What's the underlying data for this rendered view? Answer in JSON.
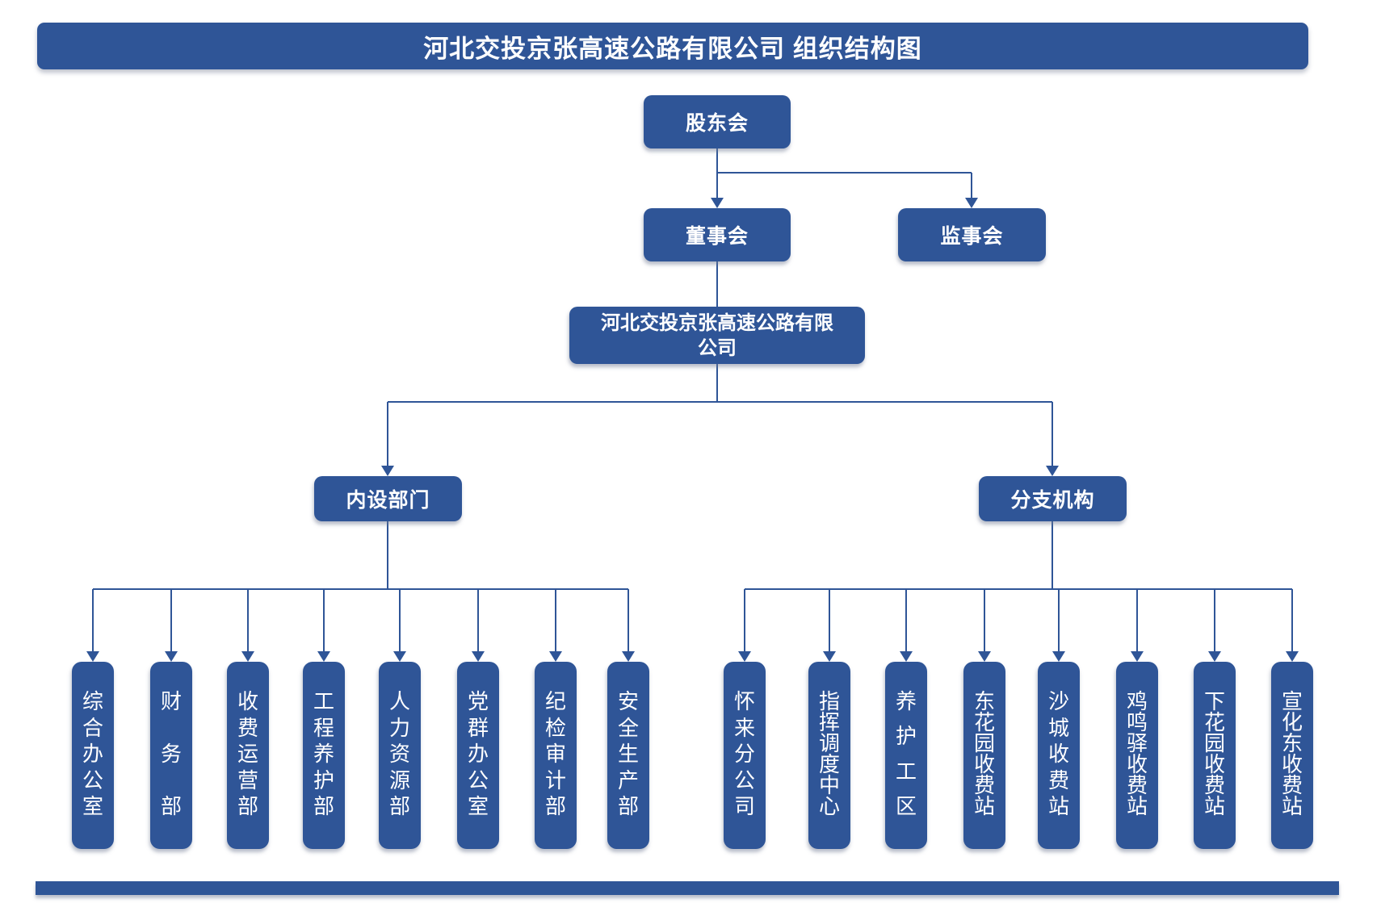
{
  "title": "河北交投京张高速公路有限公司 组织结构图",
  "colors": {
    "box_blue": "#2F5597",
    "connector_blue": "#2F5597",
    "text_white": "#FFFFFF"
  },
  "nodes": {
    "shareholders": "股东会",
    "board": "董事会",
    "supervisors": "监事会",
    "company_line1": "河北交投京张高速公路有限",
    "company_line2": "公司",
    "internal_departments": "内设部门",
    "branches": "分支机构"
  },
  "departments": [
    "综合办公室",
    "财务部",
    "收费运营部",
    "工程养护部",
    "人力资源部",
    "党群办公室",
    "纪检审计部",
    "安全生产部"
  ],
  "branch_units": [
    "怀来分公司",
    "指挥调度中心",
    "养护工区",
    "东花园收费站",
    "沙城收费站",
    "鸡鸣驿收费站",
    "下花园收费站",
    "宣化东收费站"
  ]
}
